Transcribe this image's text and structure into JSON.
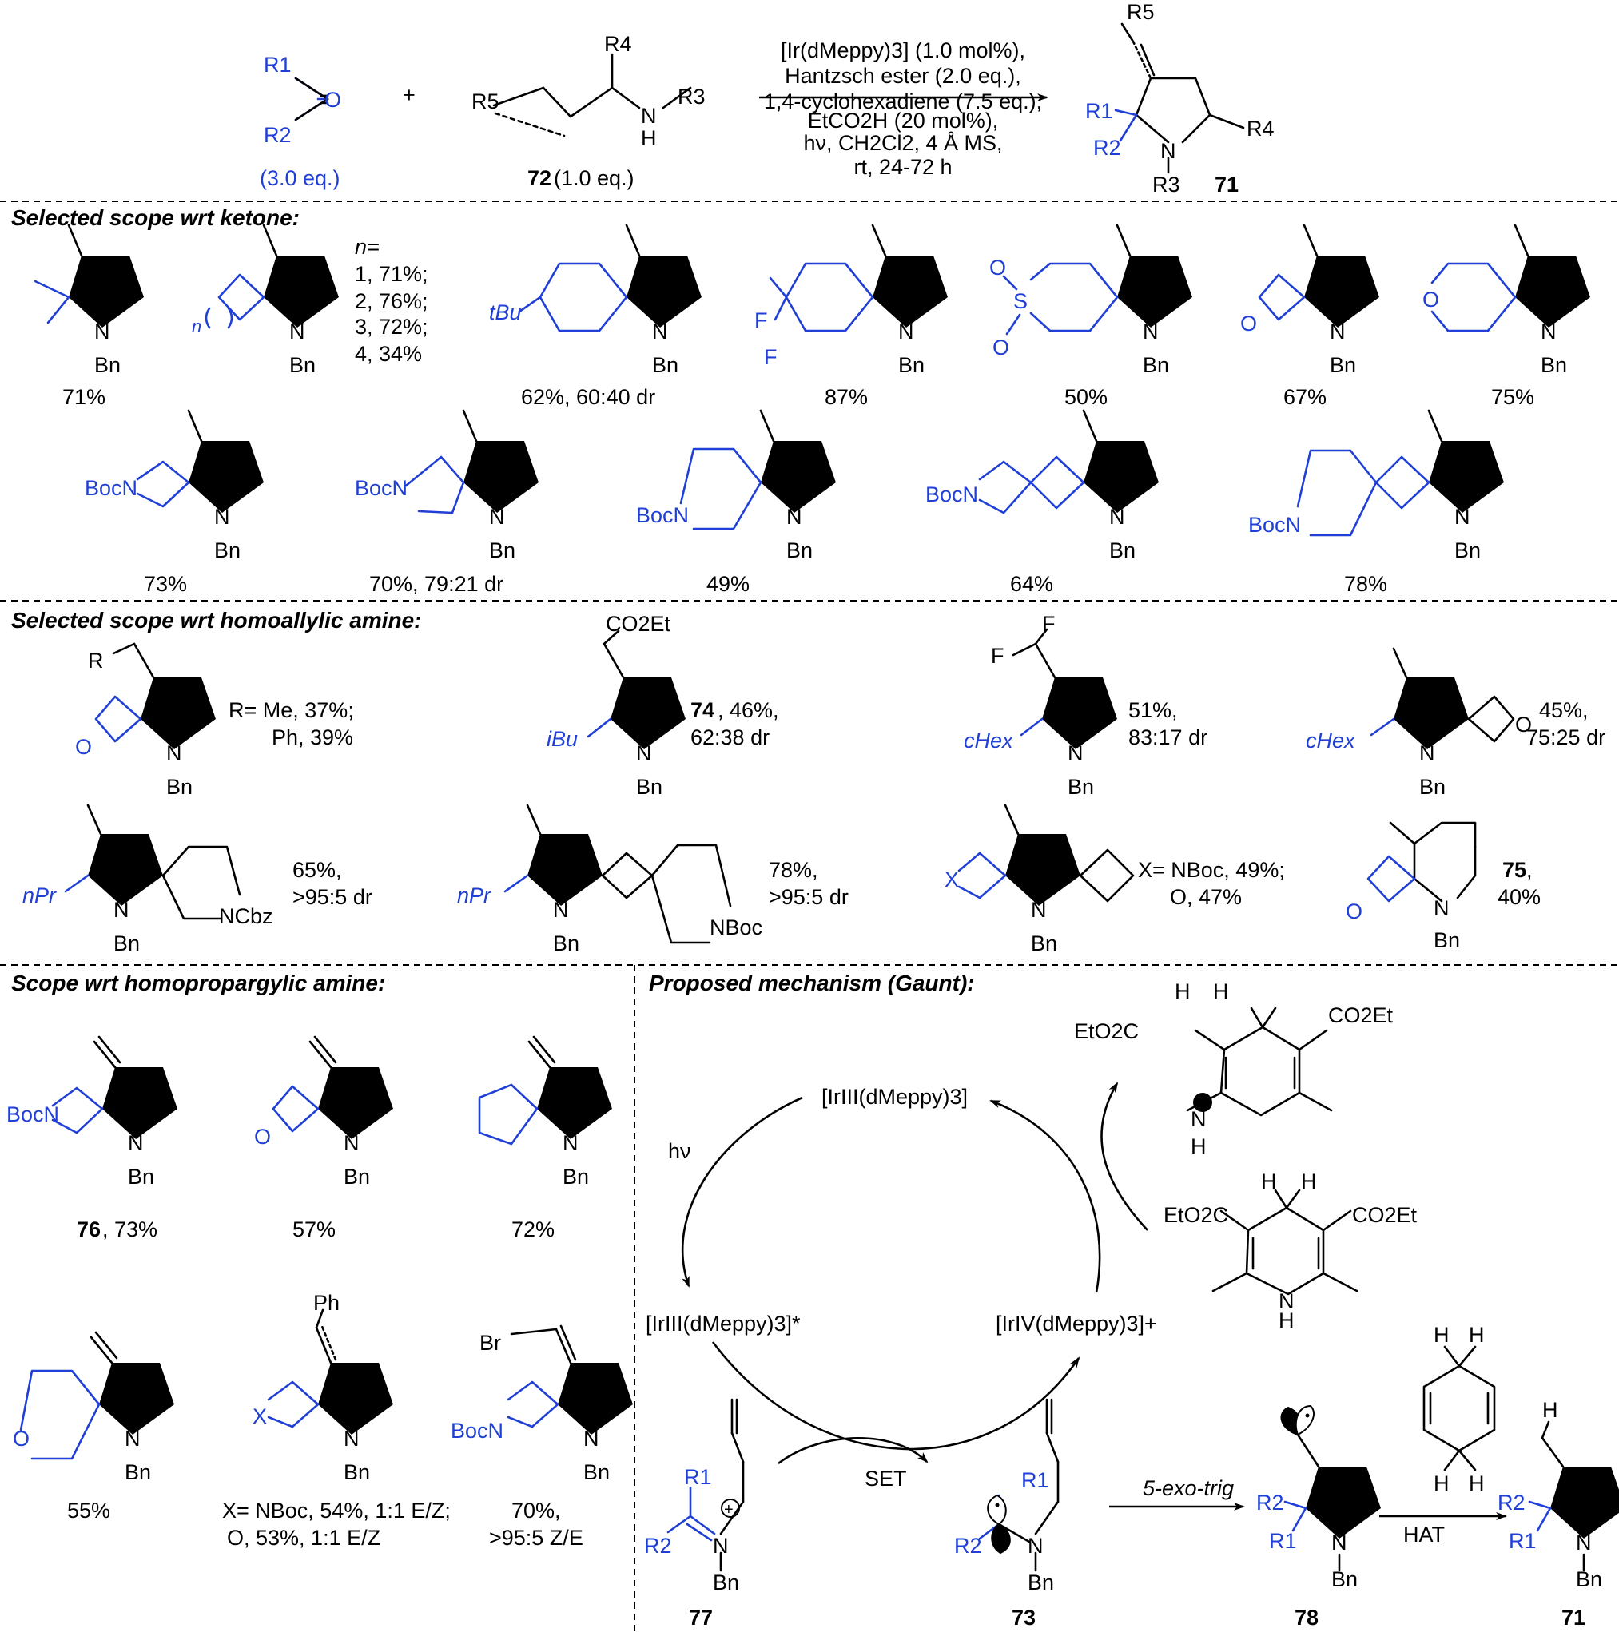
{
  "scheme": {
    "top": {
      "reagent_r1": "R1",
      "reagent_r2": "R2",
      "reagent_o": "O",
      "reagent_eq": "(3.0 eq.)",
      "plus": "+",
      "amine_r5": "R5",
      "amine_r4": "R4",
      "amine_n": "N",
      "amine_h": "H",
      "amine_r3": "R3",
      "amine_id": "72",
      "amine_eq": " (1.0 eq.)",
      "cond_1": "[Ir(dMeppy)3] (1.0 mol%),",
      "cond_2": "Hantzsch ester (2.0 eq.),",
      "cond_3": "1,4-cyclohexadiene (7.5 eq.),",
      "cond_4": "EtCO2H (20 mol%),",
      "cond_5": "hν, CH2Cl2, 4 Å MS,",
      "cond_6": "rt, 24-72 h",
      "product_r5": "R5",
      "product_r1": "R1",
      "product_r2": "R2",
      "product_r4": "R4",
      "product_r3": "R3",
      "product_n": "N",
      "product_id": "71"
    },
    "ketone": {
      "header": "Selected scope wrt ketone:",
      "bn": "Bn",
      "n_label": "n=",
      "n_list": [
        "1, 71%;",
        "2, 76%;",
        "3, 72%;",
        "4, 34%"
      ],
      "n_paren": "n",
      "tbu": "tBu",
      "f": "F",
      "s": "S",
      "o": "O",
      "bocn": "BocN",
      "yields_row1": [
        "71%",
        "62%, 60:40 dr",
        "87%",
        "50%",
        "67%",
        "75%"
      ],
      "yields_row2": [
        "73%",
        "70%, 79:21 dr",
        "49%",
        "64%",
        "78%"
      ]
    },
    "homoallylic": {
      "header": "Selected scope wrt homoallylic amine:",
      "r_label": "R",
      "r_text_1": "R= Me, 37%;",
      "r_text_2": "Ph, 39%",
      "co2et": "CO2Et",
      "ibu": "iBu",
      "c74_id": "74",
      "c74_y": ", 46%,",
      "c74_dr": "62:38 dr",
      "f": "F",
      "chex": "cHex",
      "c3_y": "51%,",
      "c3_dr": "83:17 dr",
      "c4_y": "45%,",
      "c4_dr": "75:25 dr",
      "npr": "nPr",
      "ncbz": "NCbz",
      "nboc": "NBoc",
      "c5_y": "65%,",
      "c5_dr": ">95:5 dr",
      "c6_y": "78%,",
      "c6_dr": ">95:5 dr",
      "x": "X",
      "c7_y1": "X= NBoc, 49%;",
      "c7_y2": "O, 47%",
      "c75_id": "75",
      "c75_comma": ",",
      "c75_y": "40%"
    },
    "homopropargylic": {
      "header": "Scope wrt homopropargylic amine:",
      "c76_id": "76",
      "c76_y": ", 73%",
      "y2": "57%",
      "y3": "72%",
      "y4": "55%",
      "ph": "Ph",
      "br": "Br",
      "y5_1": "X= NBoc, 54%, 1:1 E/Z;",
      "y5_2": "O, 53%, 1:1 E/Z",
      "y6_1": "70%,",
      "y6_2": ">95:5 Z/E"
    },
    "mechanism": {
      "header": "Proposed mechanism (Gaunt):",
      "ir3": "[IrIII(dMeppy)3]",
      "ir3_star": "[IrIII(dMeppy)3]*",
      "ir4": "[IrIV(dMeppy)3]+",
      "hv": "hν",
      "set": "SET",
      "exo": "5-exo-trig",
      "hat": "HAT",
      "eto2c": "EtO2C",
      "co2et": "CO2Et",
      "h": "H",
      "n": "N",
      "id77": "77",
      "id73": "73",
      "id78": "78",
      "id71": "71"
    }
  }
}
